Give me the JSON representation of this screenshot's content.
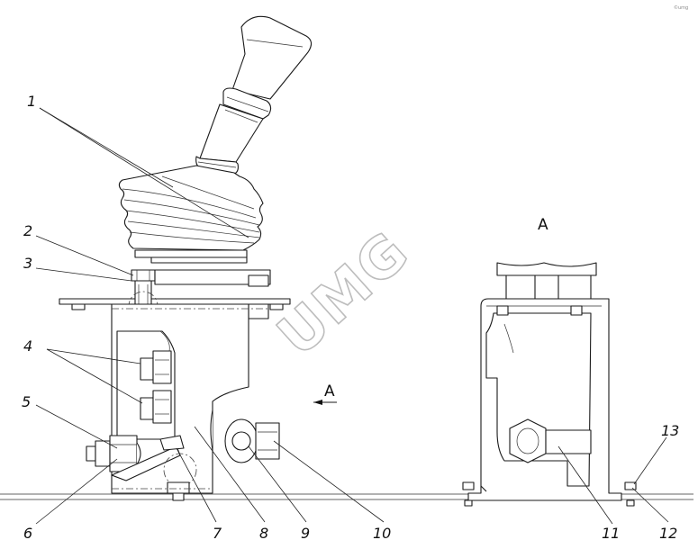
{
  "watermark": "UMG",
  "view_title": "A",
  "section_marker": "A",
  "corner_mark": "©umg",
  "callouts": [
    "1",
    "2",
    "3",
    "4",
    "5",
    "6",
    "7",
    "8",
    "9",
    "10",
    "11",
    "12",
    "13"
  ]
}
